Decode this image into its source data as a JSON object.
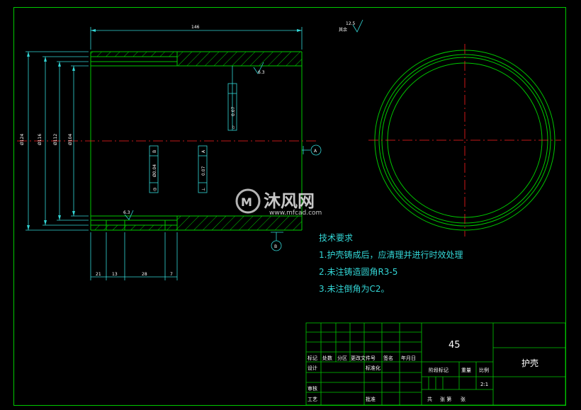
{
  "drawing": {
    "title": "护壳",
    "material": "45",
    "scale": "2:1"
  },
  "dimensions": {
    "overall_length": "146",
    "dia_outer": "Ø124",
    "dia_2": "Ø116",
    "dia_3": "Ø112",
    "dia_bore": "Ø104",
    "seg_1": "21",
    "seg_2": "13",
    "seg_3": "28",
    "seg_4": "7",
    "surface_finish_top": "6.3",
    "surface_finish_bottom": "6.3",
    "surface_finish_general": "12.5",
    "surface_finish_other": "其余"
  },
  "tolerances": {
    "perp_value": "0.07",
    "perp_datum": "A",
    "perp_symbol": "⊥",
    "flat_value": "0.07",
    "flat_symbol": "▱",
    "coax_value": "Ø0.04",
    "coax_datum": "B",
    "coax_symbol": "◎",
    "datum_a": "A",
    "datum_b": "B"
  },
  "tech_requirements": {
    "heading": "技术要求",
    "items": [
      "1.护壳铸成后，应清理并进行时效处理",
      "2.未注铸造圆角R3-5",
      "3.未注倒角为C2。"
    ]
  },
  "title_block": {
    "row_labels": [
      "标记",
      "处数",
      "分区",
      "更改文件号",
      "签名",
      "年月日"
    ],
    "design": "设计",
    "standardize": "标准化",
    "check": "审核",
    "process": "工艺",
    "approve": "批准",
    "stage_mark": "阶段标记",
    "weight": "重量",
    "scale_label": "比例",
    "sheets_total": "共",
    "sheets_no": "张 第",
    "sheets_end": "张"
  },
  "watermark": {
    "brand": "沐风网",
    "url": "www.mfcad.com"
  },
  "colors": {
    "background": "#000000",
    "frame": "#00c800",
    "dimension": "#33d6d6",
    "hatch": "#00c800",
    "centerline": "#ff2020",
    "text": "#ffffff"
  }
}
